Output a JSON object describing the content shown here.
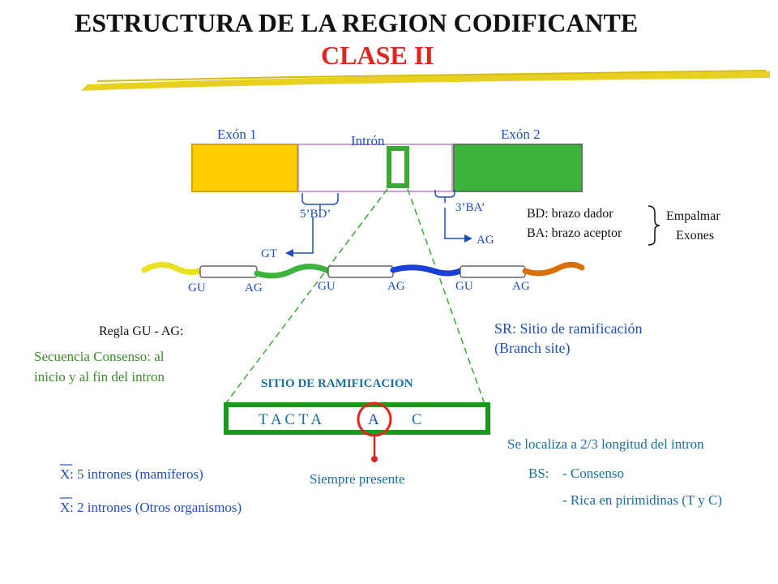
{
  "header": {
    "title": "ESTRUCTURA DE LA REGION CODIFICANTE",
    "subtitle": "CLASE II"
  },
  "gene": {
    "exon1_label": "Exón 1",
    "intron_label": "Intrón",
    "exon2_label": "Exón 2",
    "donor_label": "5’BD’",
    "acceptor_label": "3’BA’",
    "gt_label": "GT",
    "ag_label": "AG"
  },
  "mrna": {
    "junctions": [
      {
        "left": "GU",
        "right": "AG"
      },
      {
        "left": "GU",
        "right": "AG"
      },
      {
        "left": "GU",
        "right": "AG"
      }
    ]
  },
  "legend": {
    "bd": "BD: brazo dador",
    "ba": "BA: brazo aceptor",
    "bracket_text_1": "Empalmar",
    "bracket_text_2": "Exones"
  },
  "rules": {
    "regla": "Regla GU  -  AG:",
    "consenso_1": "Secuencia Consenso: al",
    "consenso_2": "inicio y al fin del intron"
  },
  "sr": {
    "line1": "SR: Sitio de ramificación",
    "line2": "(Branch site)"
  },
  "branch_site": {
    "heading": "SITIO DE RAMIFICACION",
    "sequence_prefix": "T A C T A",
    "branch_base": "A",
    "sequence_suffix": "C",
    "always_present": "Siempre presente"
  },
  "stats": {
    "mammals_prefix": "X",
    "mammals": ": 5 intrones (mamíferos)",
    "others_prefix": "X",
    "others": ": 2 intrones (Otros organismos)"
  },
  "location": {
    "localiza": "Se localiza a 2/3 longitud del intron",
    "bs_label": "BS:",
    "bs_item1": "- Consenso",
    "bs_item2": "- Rica en pirimidinas (T y C)"
  },
  "colors": {
    "exon1": "#ffcc00",
    "exon2": "#3db33d",
    "intron_border": "#c080c0",
    "branch_green": "#3aaa35",
    "highlight_red": "#e0261f",
    "title_brush": "#e8d020"
  }
}
